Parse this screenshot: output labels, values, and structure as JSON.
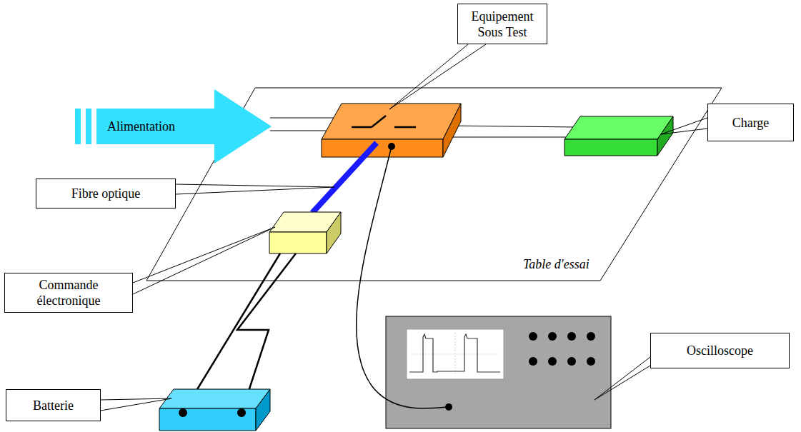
{
  "diagram": {
    "nodes": [
      {
        "text": [
          "Equipement Sous Test"
        ]
      },
      {
        "text": [
          "Alimentation"
        ]
      },
      {
        "text": [
          "Charge"
        ]
      },
      {
        "text": [
          "Fibre optique"
        ]
      },
      {
        "text": [
          "Commande électronique"
        ]
      },
      {
        "text": [
          "Batterie"
        ]
      },
      {
        "text": [
          "Oscilloscope"
        ]
      }
    ],
    "labels": [
      "Table d'essai"
    ]
  }
}
